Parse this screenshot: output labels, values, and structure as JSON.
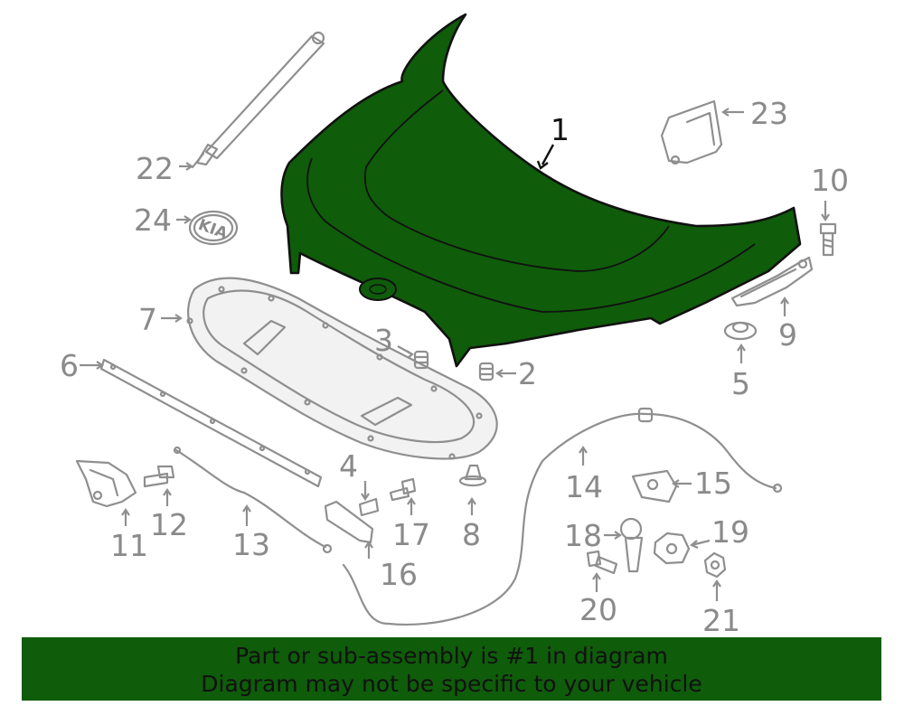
{
  "colors": {
    "highlight": "#0f5c0a",
    "part_stroke": "#8f8f8f",
    "text": "#8a8a8a",
    "banner": "#0f5c0a"
  },
  "callouts": {
    "c1": "1",
    "c2": "2",
    "c3": "3",
    "c4": "4",
    "c5": "5",
    "c6": "6",
    "c7": "7",
    "c8": "8",
    "c9": "9",
    "c10": "10",
    "c11": "11",
    "c12": "12",
    "c13": "13",
    "c14": "14",
    "c15": "15",
    "c16": "16",
    "c17": "17",
    "c18": "18",
    "c19": "19",
    "c20": "20",
    "c21": "21",
    "c22": "22",
    "c23": "23",
    "c24": "24"
  },
  "emblem_text": "KIA",
  "banner": {
    "line1": "Part or sub-assembly is #1 in diagram",
    "line2": "Diagram may not be specific to your vehicle"
  }
}
